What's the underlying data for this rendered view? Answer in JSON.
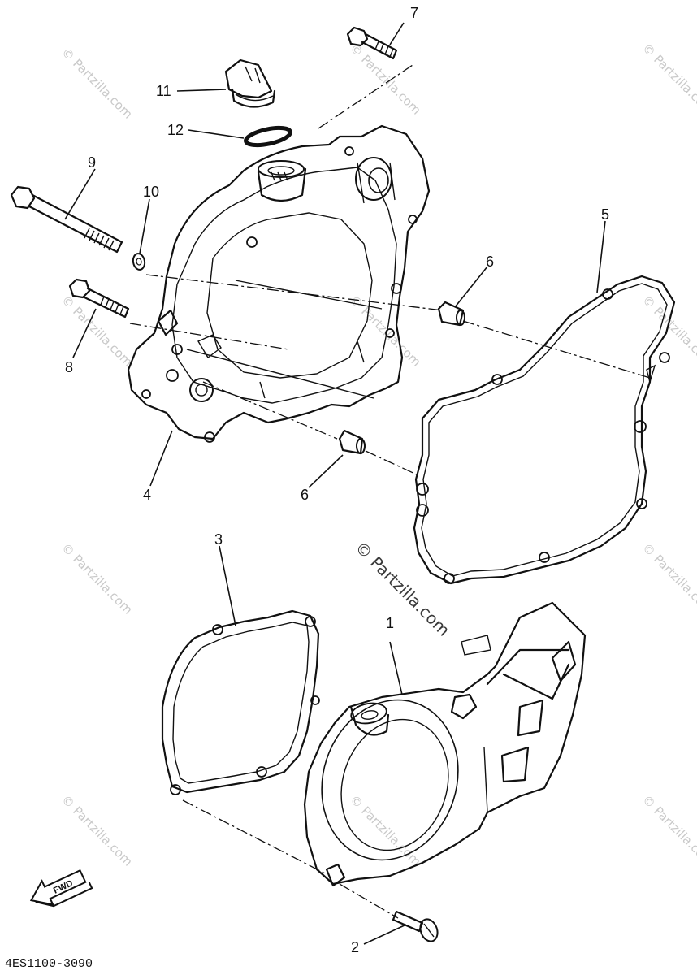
{
  "callouts": [
    "1",
    "2",
    "3",
    "4",
    "5",
    "6",
    "6",
    "7",
    "8",
    "9",
    "10",
    "11",
    "12"
  ],
  "drawing_code": "4ES1100-3090",
  "fwd_label": "FWD",
  "watermark_text": "© Partzilla.com",
  "watermark_center": "© Partzilla.com",
  "colors": {
    "line": "#111111",
    "watermark": "#c9c9c9",
    "background": "#ffffff"
  },
  "icons": [
    "fwd-arrow-icon"
  ]
}
